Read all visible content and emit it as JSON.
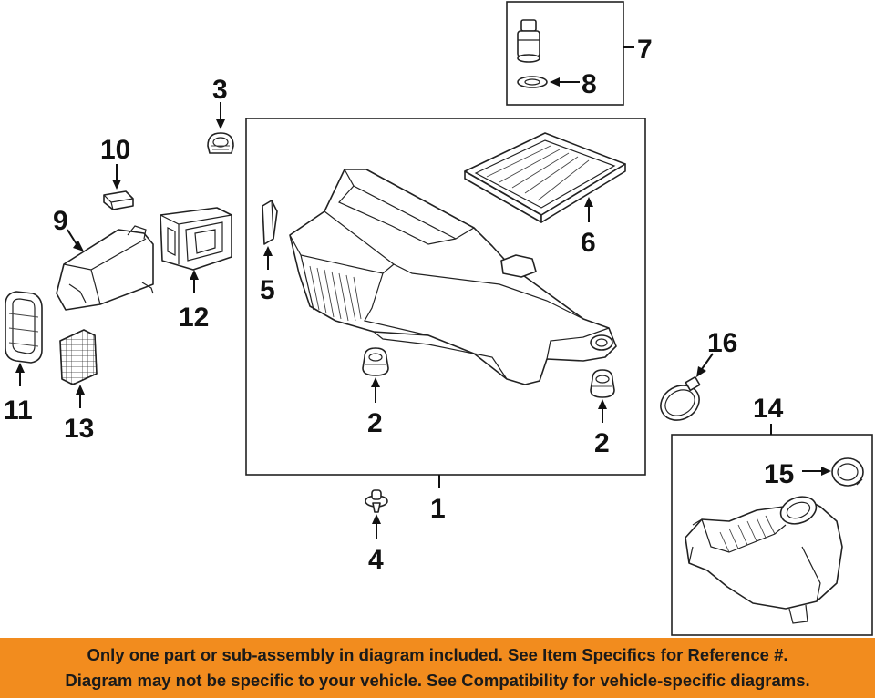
{
  "callouts": {
    "c1": "1",
    "c2a": "2",
    "c2b": "2",
    "c3": "3",
    "c4": "4",
    "c5": "5",
    "c6": "6",
    "c7": "7",
    "c8": "8",
    "c9": "9",
    "c10": "10",
    "c11": "11",
    "c12": "12",
    "c13": "13",
    "c14": "14",
    "c15": "15",
    "c16": "16"
  },
  "footer": {
    "line1": "Only one part or sub-assembly in diagram included. See Item Specifics for Reference #.",
    "line2": "Diagram may not be specific to your vehicle. See Compatibility for vehicle-specific diagrams.",
    "background": "#f28c1e"
  }
}
